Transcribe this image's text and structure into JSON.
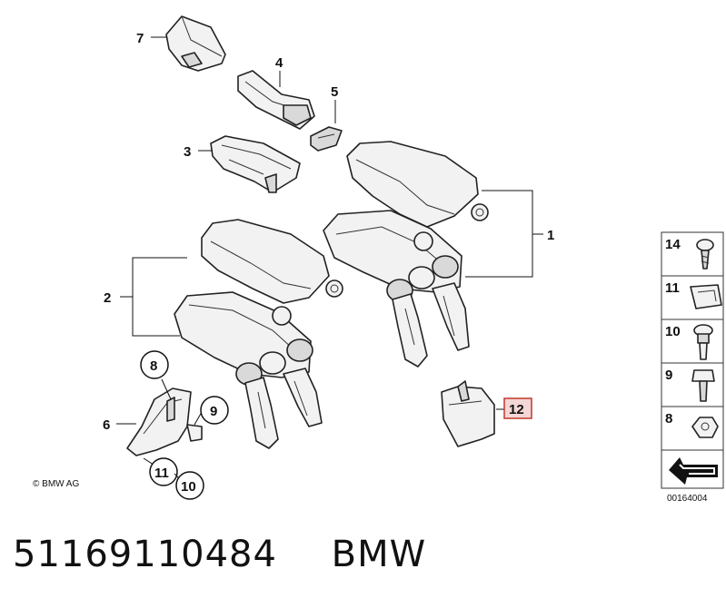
{
  "callouts": {
    "c1": "1",
    "c2": "2",
    "c3": "3",
    "c4": "4",
    "c5": "5",
    "c6": "6",
    "c7": "7",
    "c8": "8",
    "c9": "9",
    "c10": "10",
    "c11": "11",
    "c12": "12"
  },
  "legend": {
    "items": [
      "14",
      "11",
      "10",
      "9",
      "8"
    ],
    "image_code": "00164004"
  },
  "copyright": "© BMW AG",
  "footer": {
    "part_number": "51169110484",
    "brand": "BMW"
  },
  "colors": {
    "line": "#222222",
    "highlight_box": "#c0392b",
    "highlight_fill": "#f4d6d6"
  }
}
